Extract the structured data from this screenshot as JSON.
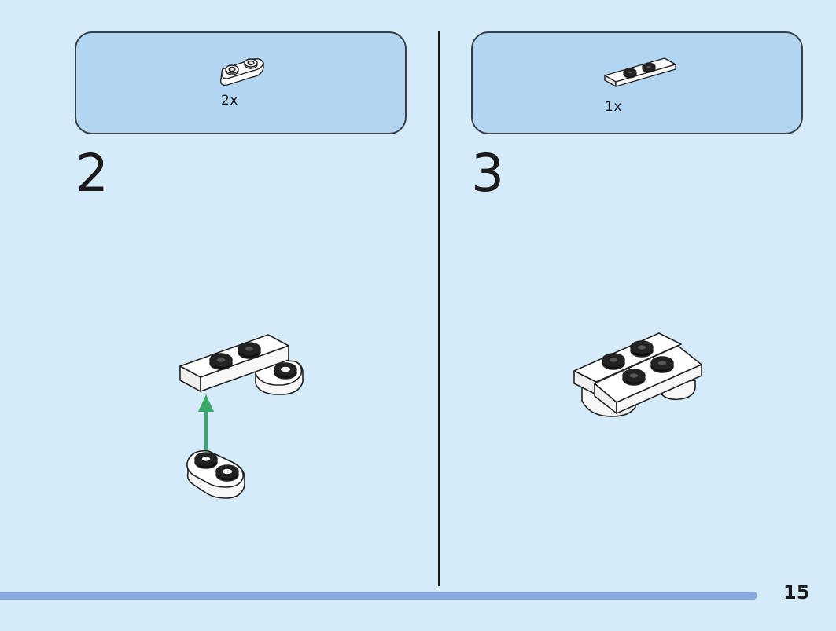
{
  "steps": [
    {
      "number": "2",
      "part_quantity": "2x",
      "part_icon": "plate-1x2-rounded-icon"
    },
    {
      "number": "3",
      "part_quantity": "1x",
      "part_icon": "plate-1x3-icon"
    }
  ],
  "page": {
    "number": "15"
  },
  "colors": {
    "background": "#d6ebfa",
    "parts_box": "#b2d5f2",
    "progress_bar": "#86aadd",
    "arrow": "#3aa86b"
  }
}
